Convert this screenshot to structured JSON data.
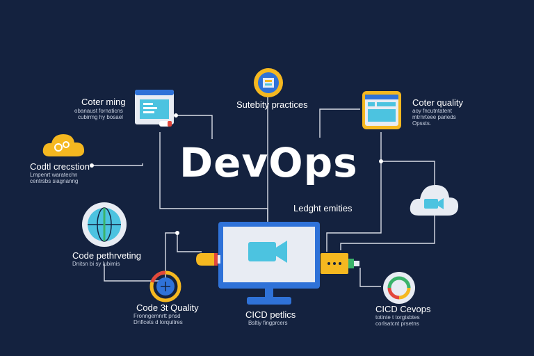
{
  "title": "DevOps",
  "labels": {
    "top_left": "Coter ming",
    "top_left_sub": [
      "obanaust fornaticns",
      "cubirmg hy bosael"
    ],
    "top_center": "Sutebity practices",
    "top_right": "Coter quality",
    "top_right_sub": [
      "aoy fncutntatent",
      "mtrnrteee parieds",
      "Opssts."
    ],
    "left_middle": "Codtl crecstion",
    "left_middle_sub": [
      "Lmpenrt waratechn",
      "centrsbs siagnanng"
    ],
    "center_right": "Ledght emities",
    "left_lower": "Code pethrveting",
    "left_lower_sub": "Dnitsn bi sy lubimis",
    "bottom_left": "Code 3t Quality",
    "bottom_left_sub": [
      "Fronngemnrtt pnsd",
      "Dnflcets d lorquitres"
    ],
    "bottom_center": "CICD petlics",
    "bottom_center_sub": "Bsltiy fingprcers",
    "bottom_right": "CICD Cevops",
    "bottom_right_sub": [
      "totinte t torgtsbtes",
      "corlsatcnt prsetns"
    ]
  },
  "colors": {
    "background": "#14223f",
    "line": "#d9dde6",
    "accent_yellow": "#f5b820",
    "accent_blue": "#2f72d8",
    "accent_cyan": "#4cc3e0",
    "accent_red": "#e2473c",
    "accent_green": "#3bb36a"
  },
  "icons": [
    "browser-window-icon",
    "security-badge-icon",
    "dashboard-window-icon",
    "gears-cloud-icon",
    "globe-icon",
    "video-cloud-icon",
    "monitor-video-icon",
    "usb-plug-icon",
    "usb-drive-icon",
    "quality-gauge-icon",
    "cicd-cycle-icon"
  ]
}
